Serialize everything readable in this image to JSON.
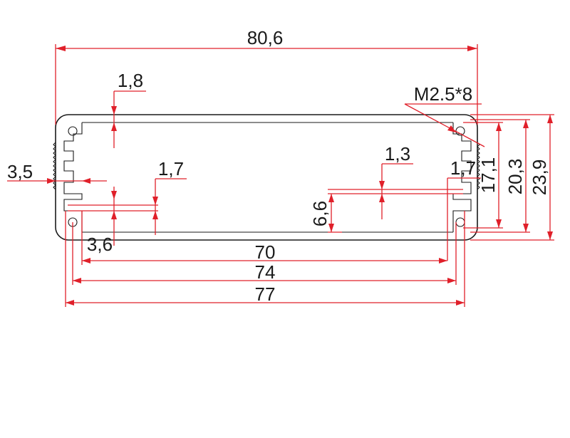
{
  "drawing": {
    "type": "aluminium enclosure profile cross-section",
    "line_color": "#e0202a",
    "outline_color": "#1a1a1a",
    "background": "#ffffff"
  },
  "dimensions": {
    "overall_width": "80,6",
    "wall_top": "1,8",
    "left_offset": "3,5",
    "inner_step": "1,7",
    "rail_gap": "3,6",
    "rib_thickness": "1,3",
    "slot_height": "6,6",
    "inner_width": "70",
    "mid_width": "74",
    "outer_body_width": "77",
    "screw_callout": "M2.5*8",
    "right_step": "1,7",
    "height_inner": "17,1",
    "height_mid": "20,3",
    "height_total": "23,9"
  }
}
